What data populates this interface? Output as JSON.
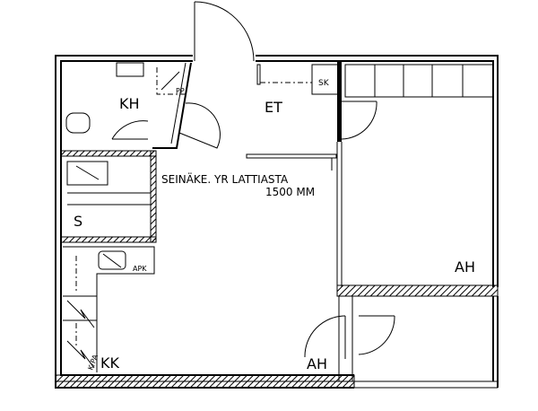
{
  "rooms": {
    "kitchen_bath": "KH",
    "entrance": "ET",
    "closet": "SK",
    "pp": "PP",
    "sauna": "S",
    "kitchen": "KK",
    "bedroom": "AH",
    "bedroom2": "AH"
  },
  "appliances": {
    "apk": "APK",
    "kpa": "K/PA"
  },
  "notes": {
    "wall_note_line1": "SEINÄKE. YR LATTIASTA",
    "wall_note_line2": "1500 MM"
  }
}
